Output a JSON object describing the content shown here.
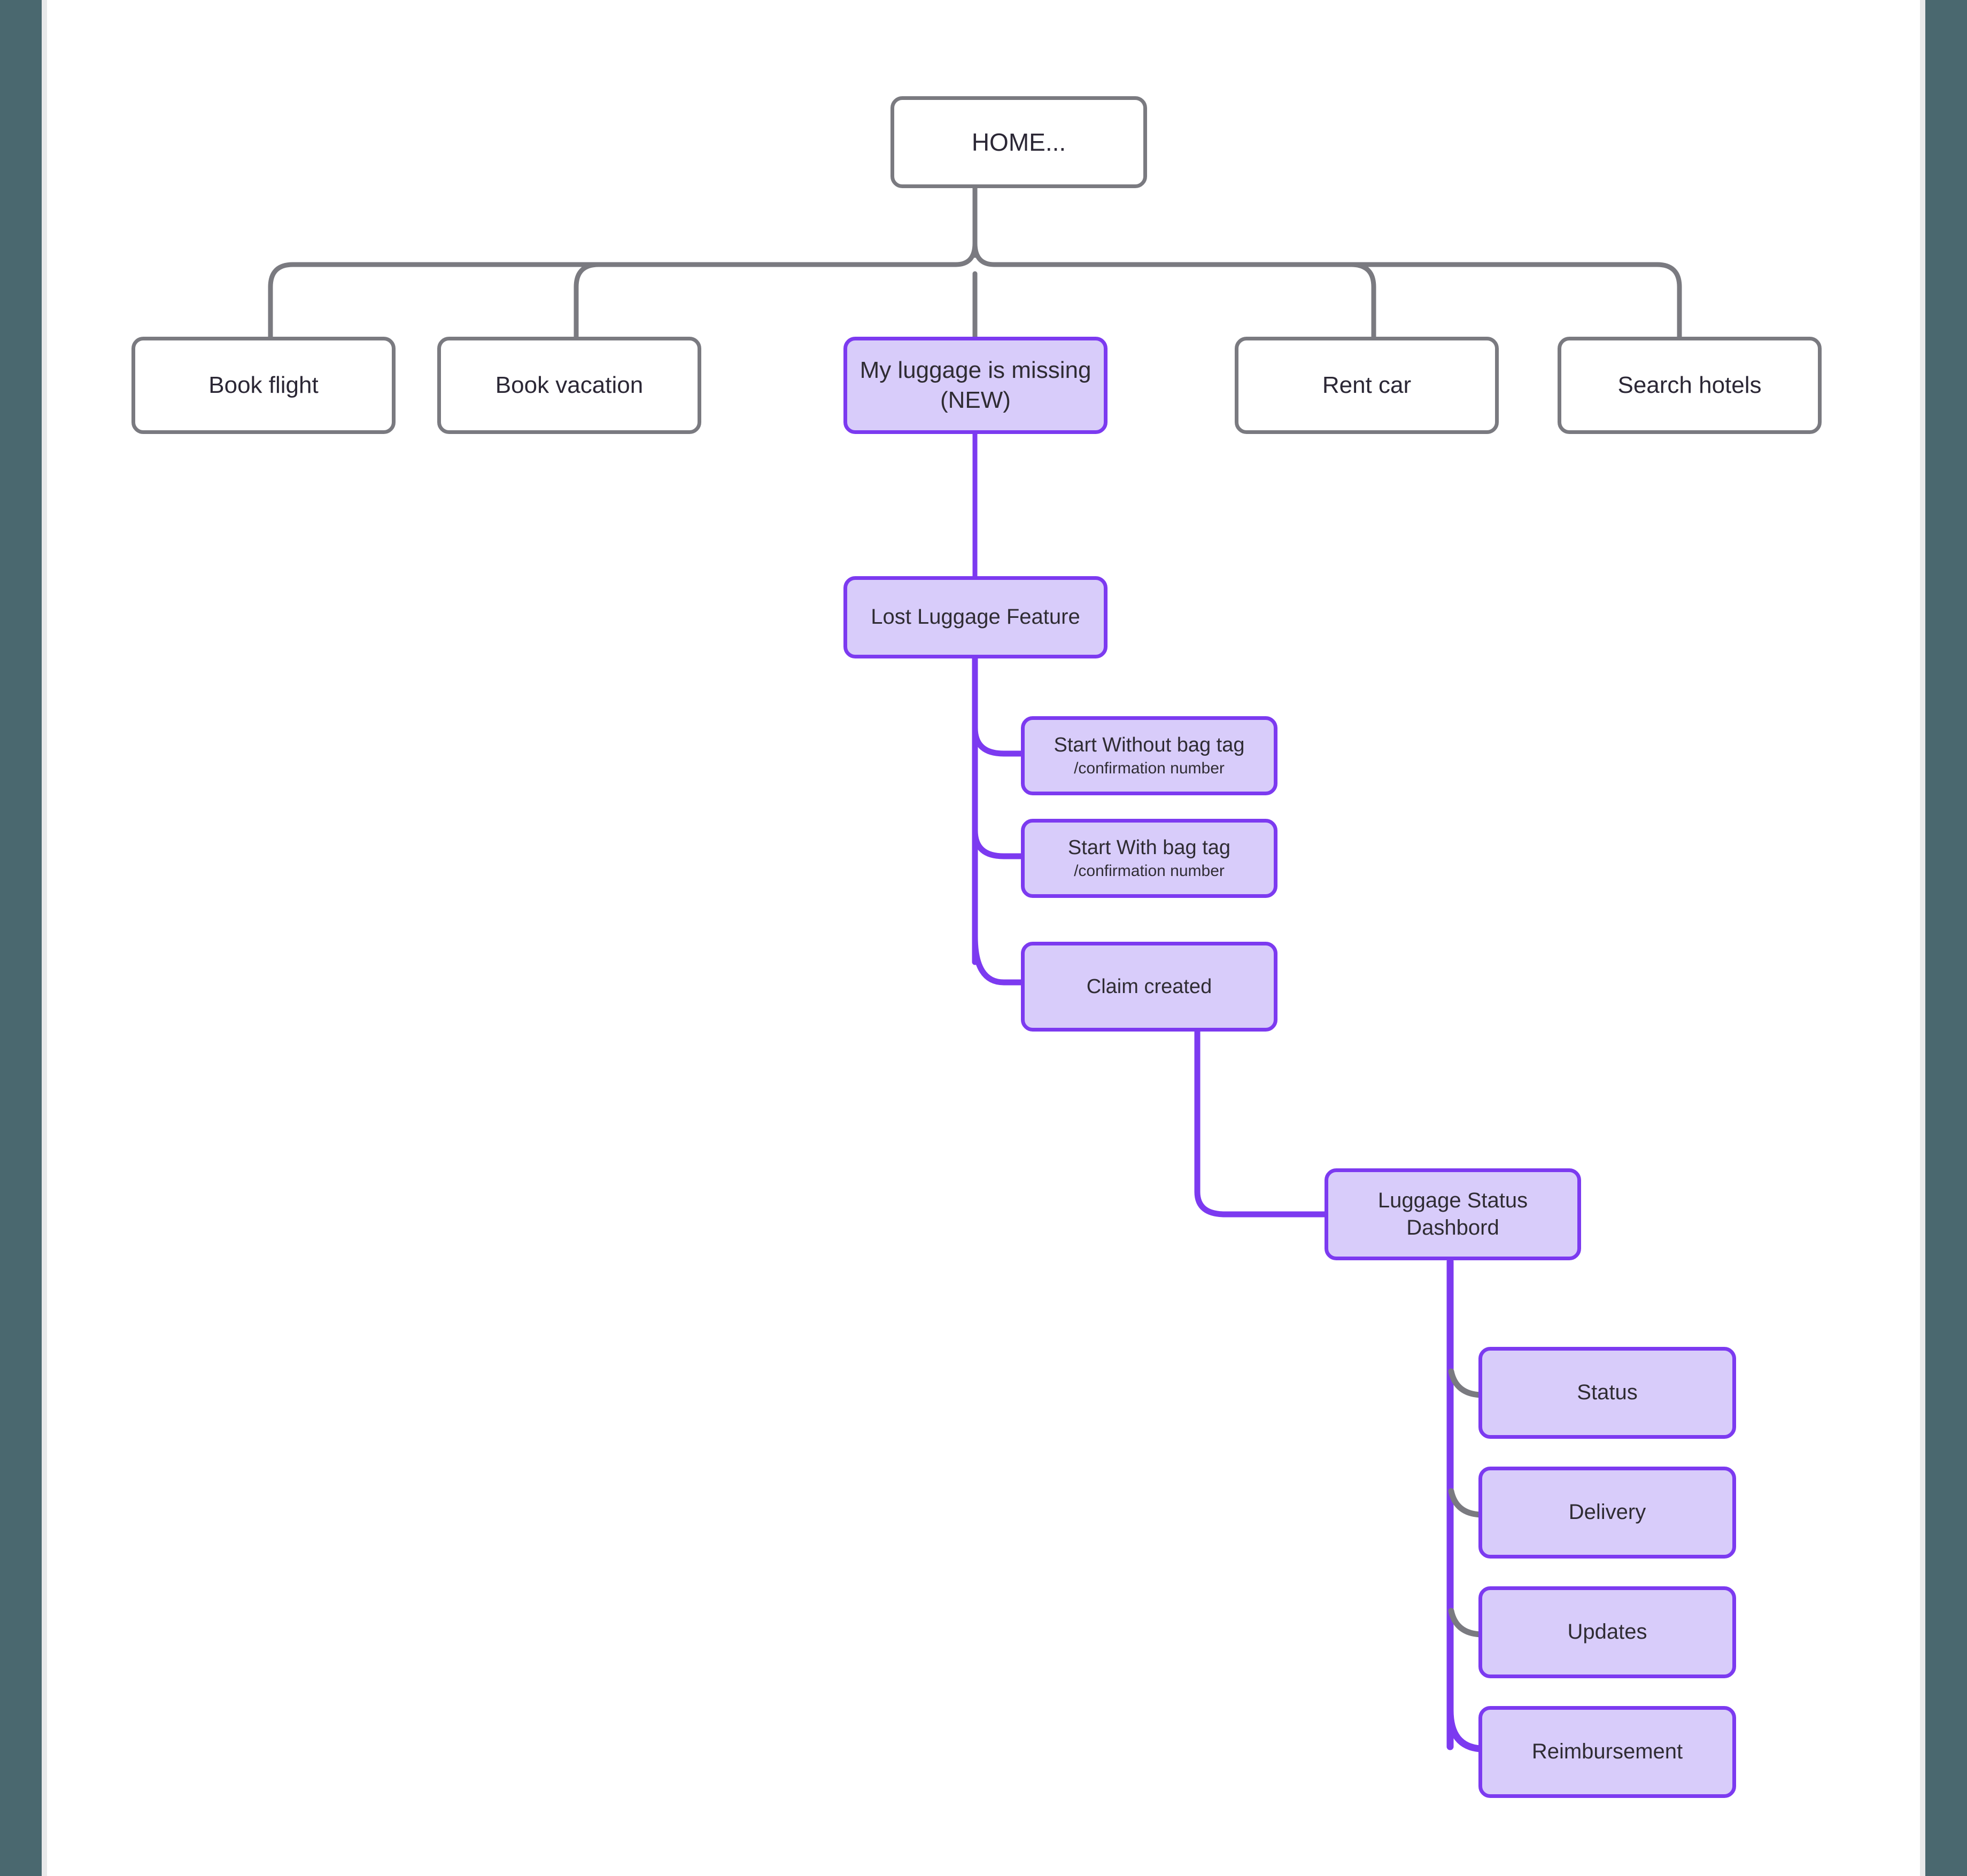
{
  "canvas": {
    "background": "#FFFFFF",
    "frame_color": "#4A686F",
    "seam_color": "#E8E9EA"
  },
  "palette": {
    "plain_border": "#7A7A80",
    "plain_fill": "#FFFFFF",
    "accent_border": "#7C3AF0",
    "accent_fill": "#D8CCFA",
    "text": "#2B2735",
    "edge_gray": "#7A7A80",
    "edge_purple": "#7C3AF0"
  },
  "diagram": {
    "type": "sitemap-tree",
    "root": {
      "id": "home",
      "label": "HOME...",
      "style": "plain"
    },
    "level1": [
      {
        "id": "book-flight",
        "label": "Book flight",
        "style": "plain"
      },
      {
        "id": "book-vacation",
        "label": "Book vacation",
        "style": "plain"
      },
      {
        "id": "luggage-missing",
        "label": "My luggage is missing\n(NEW)",
        "style": "accent"
      },
      {
        "id": "rent-car",
        "label": "Rent car",
        "style": "plain"
      },
      {
        "id": "search-hotels",
        "label": "Search hotels",
        "style": "plain"
      }
    ],
    "level2": [
      {
        "id": "lost-luggage-feature",
        "label": "Lost Luggage Feature",
        "style": "accent"
      }
    ],
    "level3": [
      {
        "id": "start-without-bag-tag",
        "label": "Start Without bag tag",
        "sublabel": "/confirmation number",
        "style": "accent"
      },
      {
        "id": "start-with-bag-tag",
        "label": "Start With bag tag",
        "sublabel": "/confirmation number",
        "style": "accent"
      },
      {
        "id": "claim-created",
        "label": "Claim created",
        "sublabel": "",
        "style": "accent"
      }
    ],
    "level4": [
      {
        "id": "luggage-status-dashbord",
        "label": "Luggage Status\nDashbord",
        "style": "accent"
      }
    ],
    "level5": [
      {
        "id": "status",
        "label": "Status",
        "style": "accent"
      },
      {
        "id": "delivery",
        "label": "Delivery",
        "style": "accent"
      },
      {
        "id": "updates",
        "label": "Updates",
        "style": "accent"
      },
      {
        "id": "reimbursement",
        "label": "Reimbursement",
        "style": "accent"
      }
    ]
  }
}
